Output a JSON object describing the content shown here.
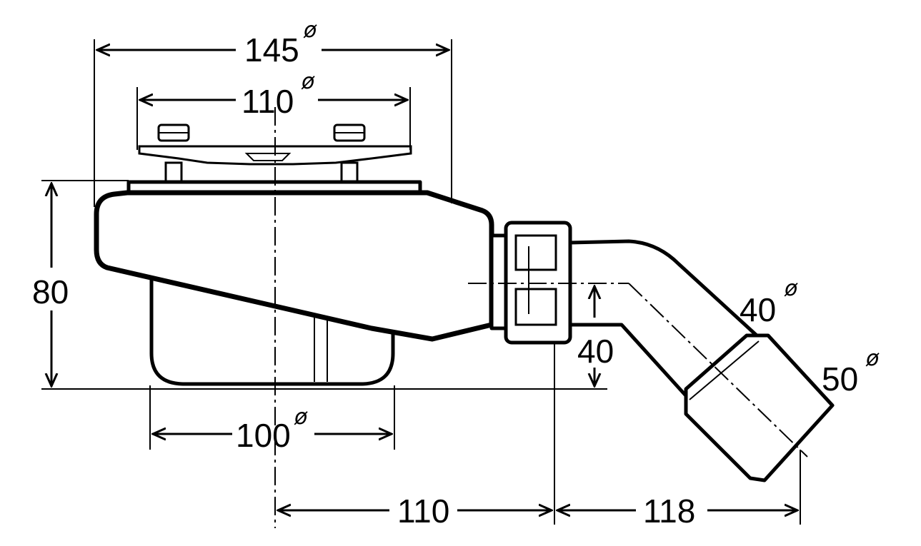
{
  "dimensions": {
    "outer_flange_diameter": {
      "value": "145",
      "symbol": "ø"
    },
    "grate_diameter": {
      "value": "110",
      "symbol": "ø"
    },
    "bowl_diameter": {
      "value": "100",
      "symbol": "ø"
    },
    "total_height": {
      "value": "80"
    },
    "outlet_height": {
      "value": "40"
    },
    "outlet_pipe_diameter": {
      "value": "40",
      "symbol": "ø"
    },
    "outlet_socket_diameter": {
      "value": "50",
      "symbol": "ø"
    },
    "center_to_nut": {
      "value": "110"
    },
    "nut_to_outlet_end": {
      "value": "118"
    }
  }
}
